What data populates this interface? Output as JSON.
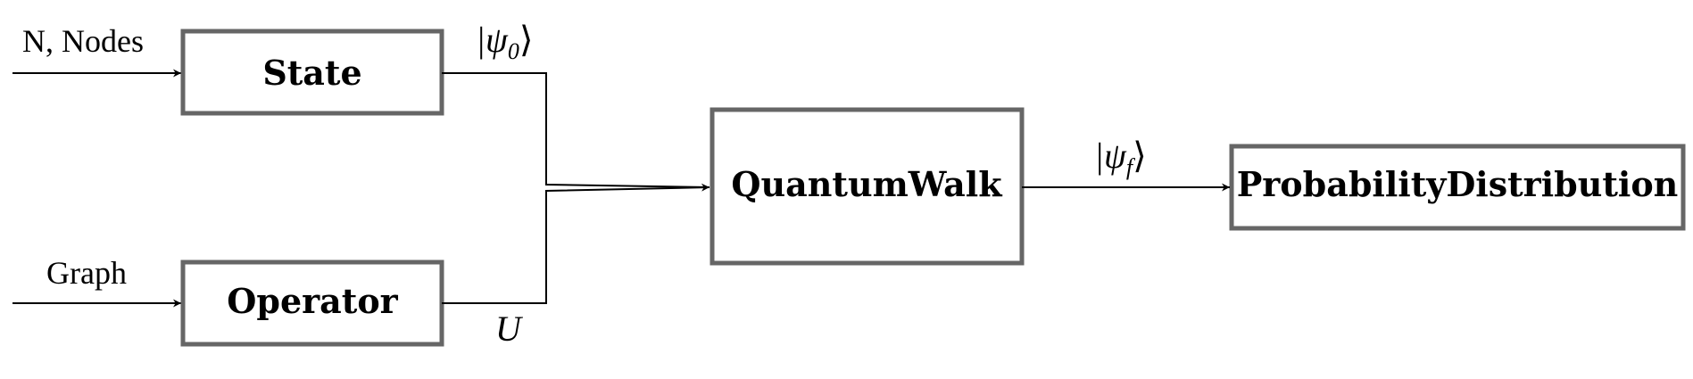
{
  "diagram": {
    "inputs": {
      "state_input_label": "N, Nodes",
      "operator_input_label": "Graph"
    },
    "boxes": {
      "state": "State",
      "operator": "Operator",
      "quantum_walk": "QuantumWalk",
      "probability_distribution": "ProbabilityDistribution"
    },
    "edge_labels": {
      "psi0_prefix": "|ψ",
      "psi0_sub": "0",
      "psi0_suffix": "⟩",
      "u": "U",
      "psif_prefix": "|ψ",
      "psif_sub": "f",
      "psif_suffix": "⟩"
    },
    "colors": {
      "box_border": "#666666",
      "line": "#000000"
    }
  }
}
